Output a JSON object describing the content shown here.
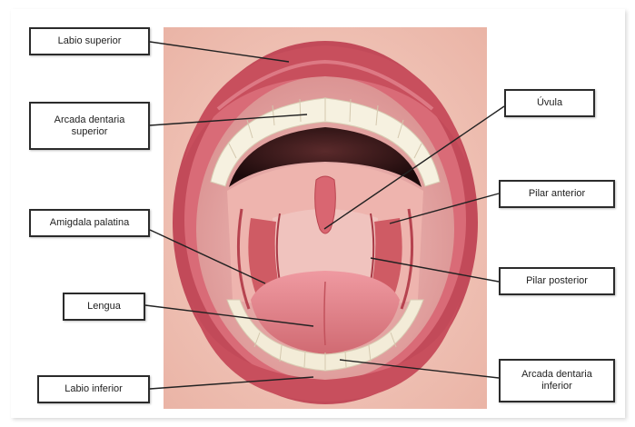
{
  "labels": {
    "labio_superior": "Labio superior",
    "arcada_superior_line1": "Arcada dentaria",
    "arcada_superior_line2": "superior",
    "amigdala": "Amigdala palatina",
    "lengua": "Lengua",
    "labio_inferior": "Labio inferior",
    "uvula": "Úvula",
    "pilar_anterior": "Pilar anterior",
    "pilar_posterior": "Pilar posterior",
    "arcada_inferior_line1": "Arcada dentaria",
    "arcada_inferior_line2": "inferior"
  },
  "colors": {
    "lip": "#c8505e",
    "lip_light": "#e8949c",
    "skin": "#f4cbbf",
    "teeth": "#f7f3e4",
    "throat": "#2a1214",
    "palate": "#f2c3bd",
    "tongue": "#e37e86",
    "tonsil": "#cf5a63",
    "leader_line": "#222222"
  }
}
